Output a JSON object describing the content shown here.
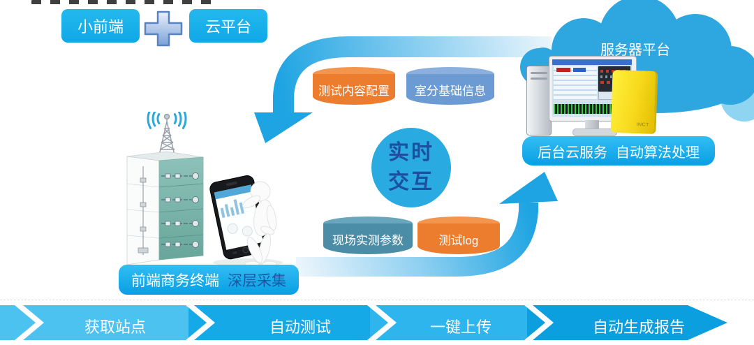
{
  "header": {
    "front_end_box": "小前端",
    "plus_icon": "+",
    "cloud_box": "云平台"
  },
  "server_platform": {
    "cloud_title": "服务器平台",
    "device_text": "INCT",
    "backend_label": "后台云服务",
    "algorithm_label": "自动算法处理"
  },
  "realtime": {
    "line1": "实时",
    "line2": "交互"
  },
  "cylinders": {
    "test_config": "测试内容配置",
    "indoor_info": "室分基础信息",
    "field_params": "现场实测参数",
    "test_log": "测试log"
  },
  "terminal": {
    "label": "前端商务终端",
    "sublabel": "深层采集"
  },
  "steps": [
    {
      "label": "获取站点",
      "color": "#4cc2f1"
    },
    {
      "label": "自动测试",
      "color": "#16a9e8"
    },
    {
      "label": "一键上传",
      "color": "#2fb5ee"
    },
    {
      "label": "自动生成报告",
      "color": "#0b9fe0"
    }
  ],
  "colors": {
    "primary_blue": "#14aceb",
    "cloud_blue": "#2ea7e0",
    "arrow_blue": "#1ea4e2",
    "orange": "#ec7d2f",
    "steel_blue": "#6b9bd2",
    "teal": "#4b8da6",
    "navy_text": "#1c4f9f",
    "yellow_device": "#f7d91c"
  }
}
